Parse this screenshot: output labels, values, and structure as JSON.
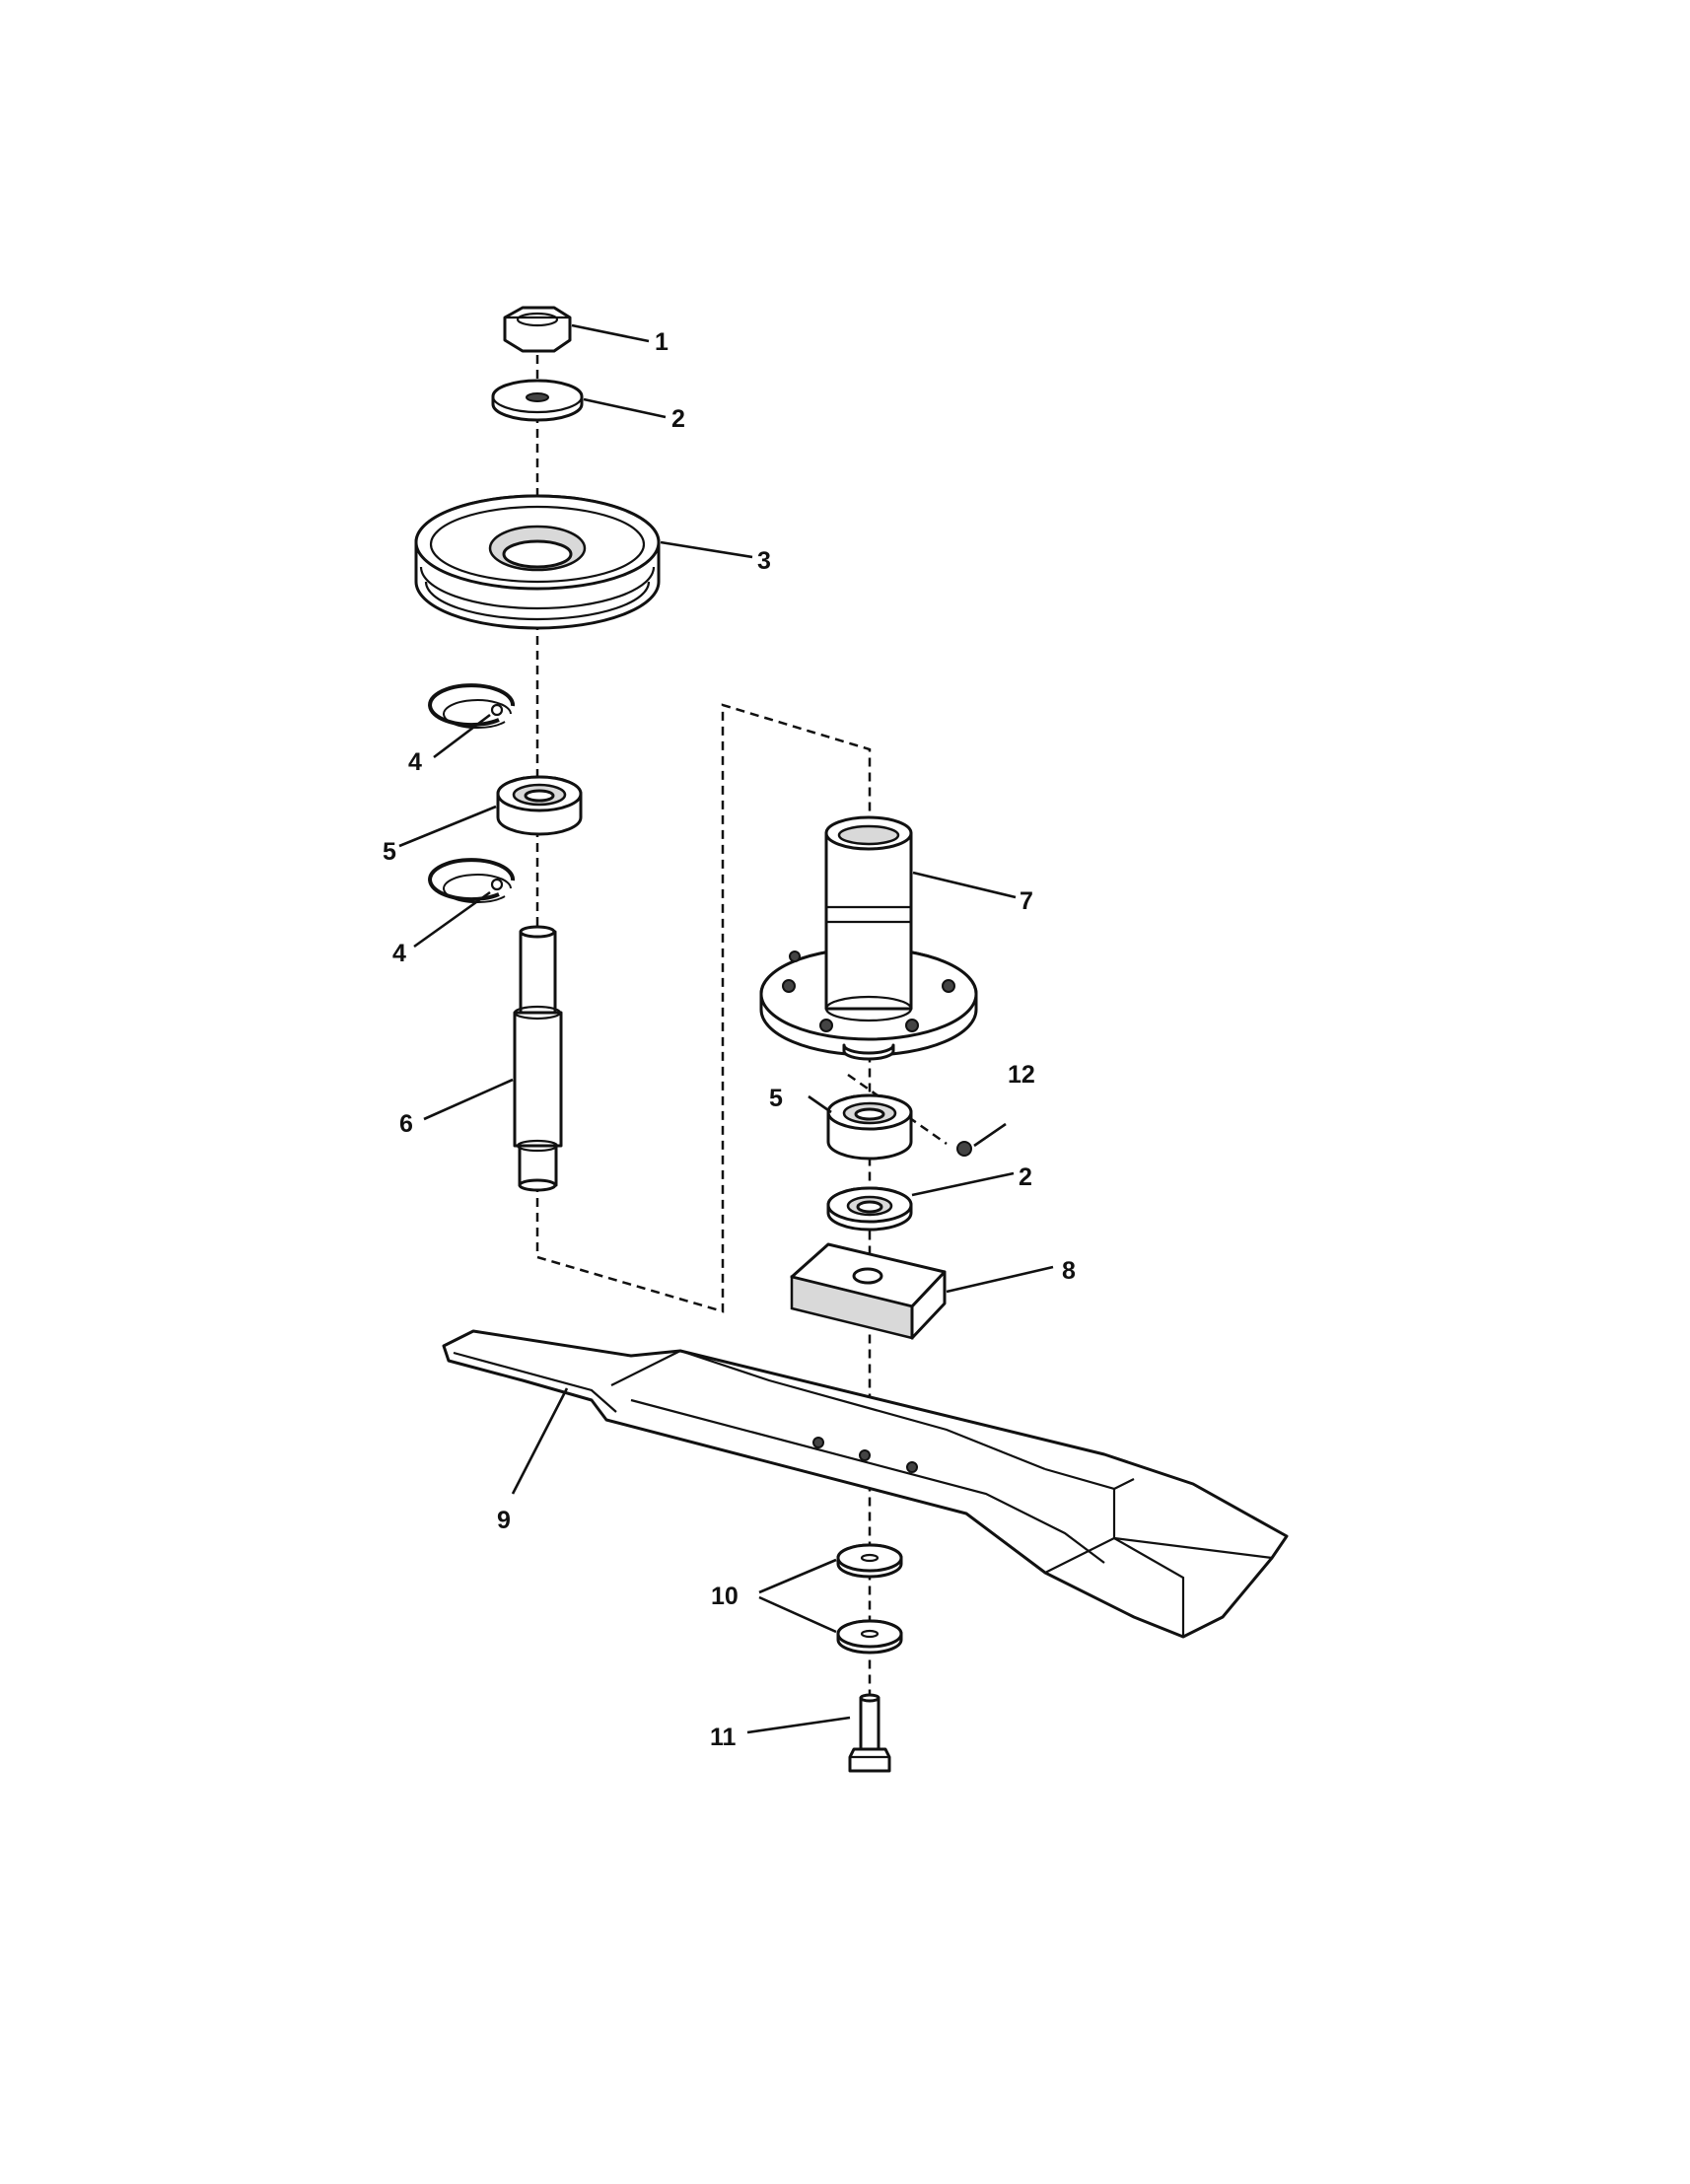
{
  "callouts": {
    "c1": "1",
    "c2a": "2",
    "c3": "3",
    "c4a": "4",
    "c5a": "5",
    "c4b": "4",
    "c6": "6",
    "c7": "7",
    "c12": "12",
    "c5b": "5",
    "c2b": "2",
    "c8": "8",
    "c9": "9",
    "c10": "10",
    "c11": "11"
  }
}
